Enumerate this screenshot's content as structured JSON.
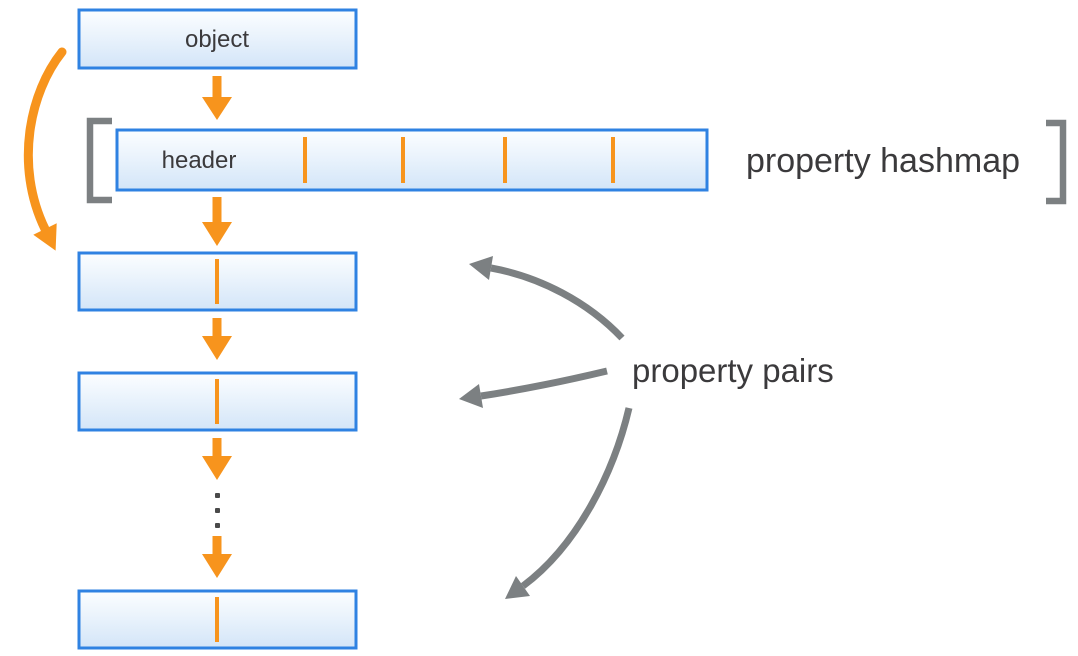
{
  "diagram": {
    "object_box": {
      "label": "object"
    },
    "hashmap_box": {
      "label": "header",
      "slot_divider_count": 4
    },
    "hashmap_caption": "property hashmap",
    "pairs_caption": "property pairs",
    "property_pair_boxes_visible": 3,
    "ellipsis_dot_count": 3
  },
  "colors": {
    "orange": "#f7941d",
    "box_border": "#2f82e2",
    "box_fill_top": "#fcfeff",
    "box_fill_mid": "#eaf3fc",
    "box_fill_bottom": "#d3e5f8",
    "gray": "#7c8082",
    "ink": "#3b3a3c",
    "dots": "#4a4a4a",
    "background": "#ffffff"
  }
}
